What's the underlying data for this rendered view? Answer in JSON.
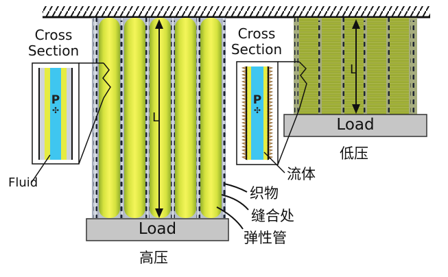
{
  "high_pressure": {
    "caption": "高压",
    "load_label": "Load",
    "length_label": "L",
    "cross_section": {
      "title_line1": "Cross",
      "title_line2": "Section",
      "pressure_symbol": "P"
    },
    "fluid_label": "Fluid"
  },
  "low_pressure": {
    "caption": "低压",
    "load_label": "Load",
    "length_label": "L",
    "cross_section": {
      "title_line1": "Cross",
      "title_line2": "Section",
      "pressure_symbol": "P"
    }
  },
  "legend_labels": {
    "fluid": "流体",
    "fabric": "织物",
    "seam": "缝合处",
    "elastic_tube": "弹性管"
  },
  "colors": {
    "tube_yellow": "#e8ee4a",
    "tube_green": "#9dbd2f",
    "fluid_blue": "#3fc6f0",
    "seam_gray": "#c5ccd8",
    "load_gray": "#c6c6c6",
    "stitch_dark": "#1d2433"
  }
}
